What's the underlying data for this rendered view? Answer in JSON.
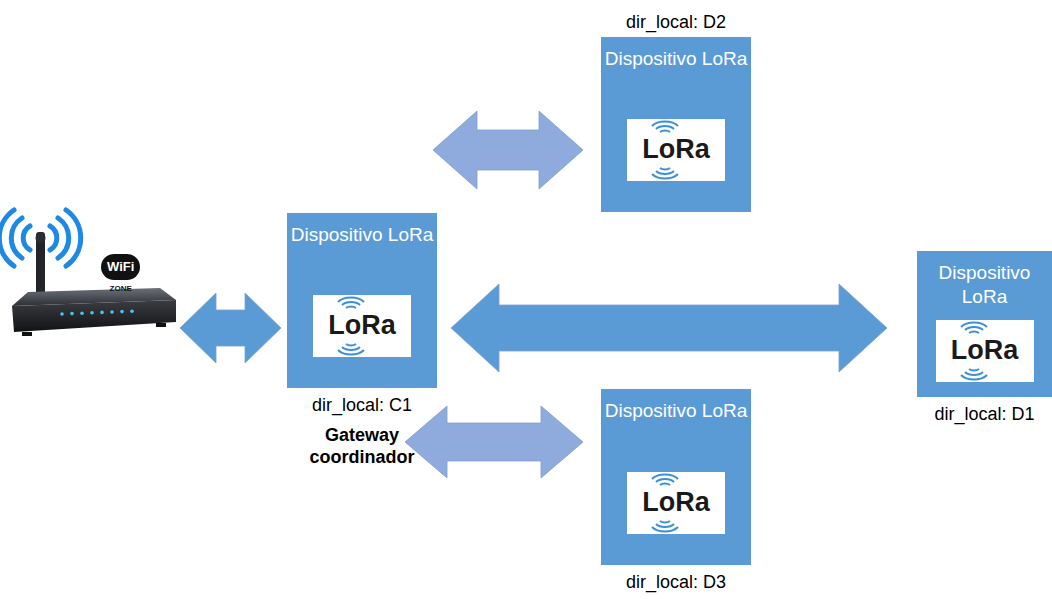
{
  "diagram": {
    "nodes": [
      {
        "text": [
          "WiFi",
          "ZONE"
        ]
      },
      {
        "text": [
          "Dispositivo LoRa",
          "LoRa",
          "dir_local: C1"
        ]
      },
      {
        "text": [
          "Dispositivo LoRa",
          "LoRa",
          "dir_local: D2"
        ]
      },
      {
        "text": [
          "Dispositivo LoRa",
          "LoRa",
          "dir_local: D1"
        ]
      },
      {
        "text": [
          "Dispositivo LoRa",
          "LoRa",
          "dir_local: D3"
        ]
      }
    ],
    "edges": [
      {
        "from": 0,
        "to": 1,
        "arrow": "both"
      },
      {
        "from": 1,
        "to": 3,
        "arrow": "both"
      },
      {
        "from": 1,
        "to": 2,
        "arrow": "both"
      },
      {
        "from": 1,
        "to": 4,
        "arrow": "both"
      }
    ],
    "labels": [
      "Gateway coordinador"
    ]
  }
}
